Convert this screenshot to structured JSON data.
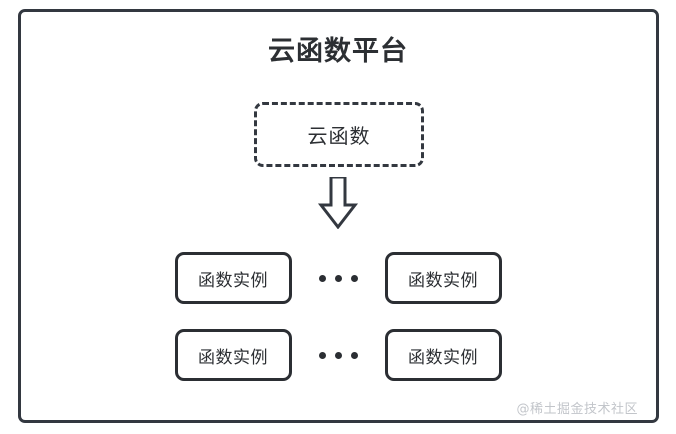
{
  "diagram": {
    "title": "云函数平台",
    "frame": {
      "border_color": "#333840",
      "background": "#ffffff"
    },
    "cloud_function": {
      "label": "云函数",
      "border_style": "dashed",
      "border_color": "#333840"
    },
    "arrow": {
      "name": "down-arrow-icon",
      "direction": "down",
      "style": "hollow-outline",
      "color": "#333840"
    },
    "instance_rows": [
      {
        "left_box": "函数实例",
        "ellipsis": "•••",
        "right_box": "函数实例"
      },
      {
        "left_box": "函数实例",
        "ellipsis": "•••",
        "right_box": "函数实例"
      }
    ],
    "watermark": "@稀土掘金技术社区",
    "colors": {
      "stroke": "#2b2e33",
      "text": "#2c2f33",
      "watermark": "#c2c5ca"
    }
  }
}
